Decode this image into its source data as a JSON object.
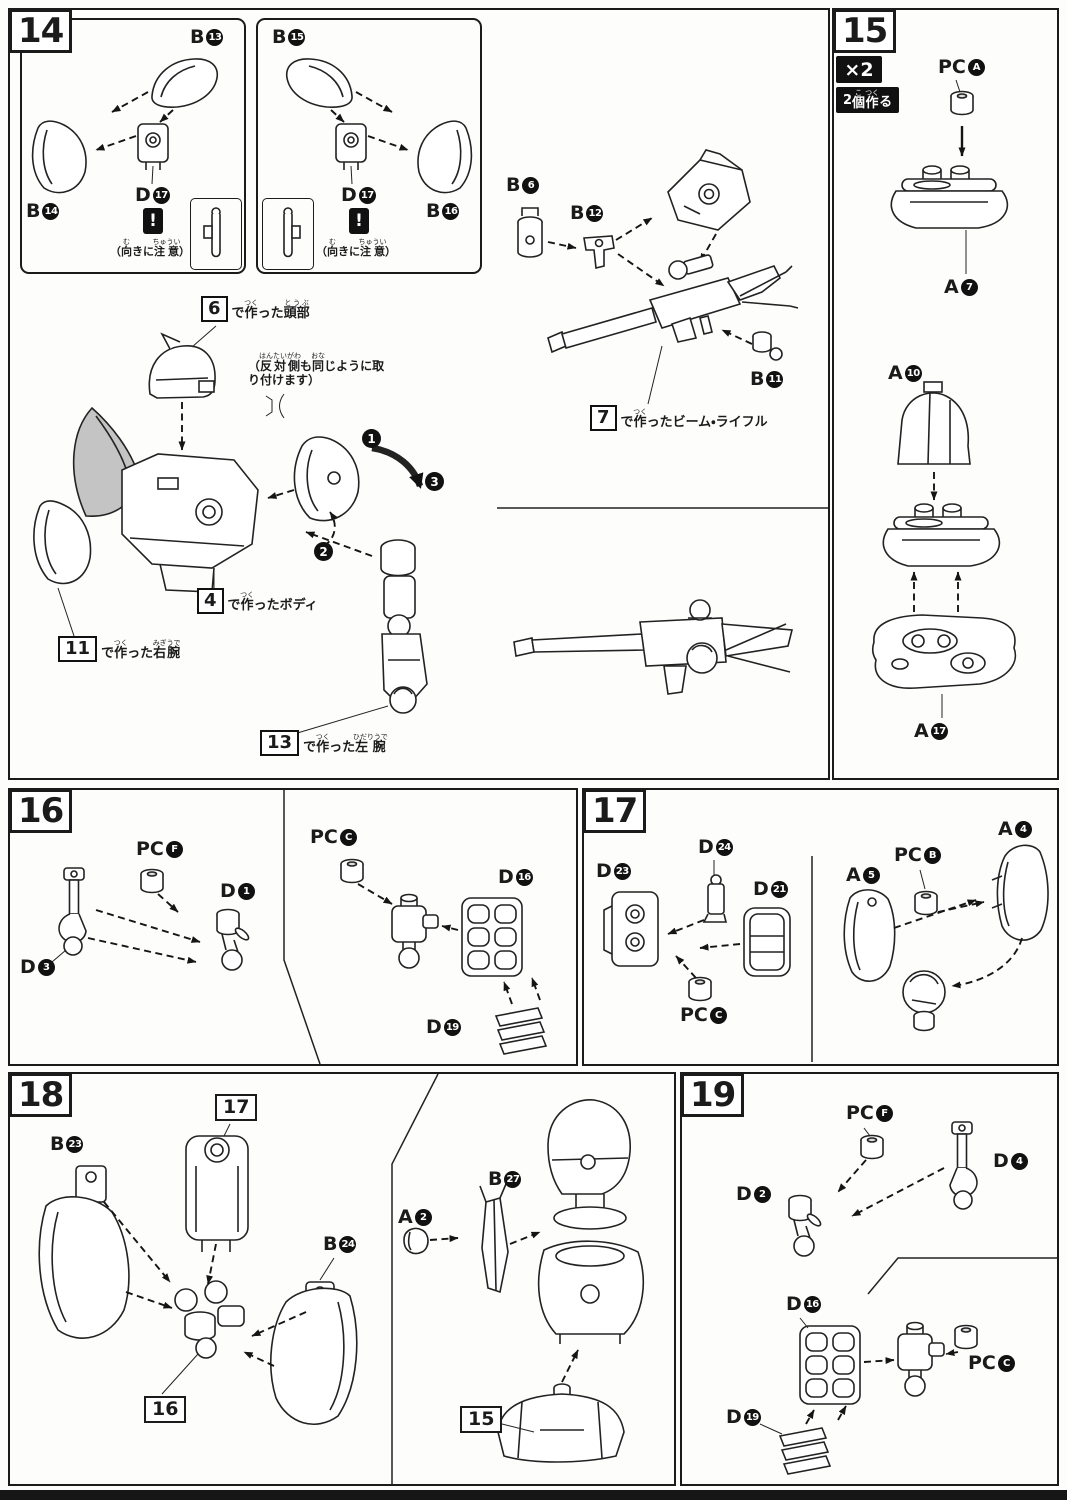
{
  "colors": {
    "ink": "#1b1b1b",
    "paper": "#ffffff",
    "shade": "#c4c4c4"
  },
  "steps": {
    "s14": {
      "number": "14",
      "sub_left": {
        "part_top": {
          "letter": "B",
          "num": "13"
        },
        "part_side": {
          "letter": "B",
          "num": "14"
        },
        "part_pin": {
          "letter": "D",
          "num": "17"
        },
        "warning_mark": "!",
        "caution": [
          {
            "t": "（"
          },
          {
            "t": "向",
            "r": "む"
          },
          {
            "t": "きに"
          },
          {
            "t": "注意",
            "r": "ちゅうい"
          },
          {
            "t": "）"
          }
        ]
      },
      "sub_right": {
        "part_top": {
          "letter": "B",
          "num": "15"
        },
        "part_side": {
          "letter": "B",
          "num": "16"
        },
        "part_pin": {
          "letter": "D",
          "num": "17"
        },
        "warning_mark": "!",
        "caution": [
          {
            "t": "（"
          },
          {
            "t": "向",
            "r": "む"
          },
          {
            "t": "きに"
          },
          {
            "t": "注意",
            "r": "ちゅうい"
          },
          {
            "t": "）"
          }
        ]
      },
      "notes": {
        "head": {
          "ref": "6",
          "text": [
            {
              "t": "で"
            },
            {
              "t": "作",
              "r": "つく"
            },
            {
              "t": "った"
            },
            {
              "t": "頭部",
              "r": "とうぶ"
            }
          ]
        },
        "opposite": [
          {
            "t": "（"
          },
          {
            "t": "反対側",
            "r": "はんたいがわ"
          },
          {
            "t": "も"
          },
          {
            "t": "同",
            "r": "おな"
          },
          {
            "t": "じように"
          },
          {
            "t": "取り付けます）"
          }
        ],
        "body": {
          "ref": "4",
          "text": [
            {
              "t": "で"
            },
            {
              "t": "作",
              "r": "つく"
            },
            {
              "t": "ったボディ"
            }
          ]
        },
        "right_arm": {
          "ref": "11",
          "text": [
            {
              "t": "で"
            },
            {
              "t": "作",
              "r": "つく"
            },
            {
              "t": "った"
            },
            {
              "t": "右腕",
              "r": "みぎうで"
            }
          ]
        },
        "left_arm": {
          "ref": "13",
          "text": [
            {
              "t": "で"
            },
            {
              "t": "作",
              "r": "つく"
            },
            {
              "t": "った"
            },
            {
              "t": "左腕",
              "r": "ひだりうで"
            }
          ]
        },
        "rifle": {
          "ref": "7",
          "text": [
            {
              "t": "で"
            },
            {
              "t": "作",
              "r": "つく"
            },
            {
              "t": "ったビーム・ライフル"
            }
          ]
        }
      },
      "parts": {
        "b6": {
          "letter": "B",
          "num": "6"
        },
        "b12": {
          "letter": "B",
          "num": "12"
        },
        "b11": {
          "letter": "B",
          "num": "11"
        }
      },
      "order": {
        "o1": "1",
        "o2": "2",
        "o3": "3"
      }
    },
    "s15": {
      "number": "15",
      "multiplier": "×2",
      "make_note": [
        {
          "t": "2"
        },
        {
          "t": "個",
          "r": "こ"
        },
        {
          "t": "作",
          "r": "つく"
        },
        {
          "t": "る"
        }
      ],
      "parts": {
        "pc_a": {
          "prefix": "PC",
          "circle": "A"
        },
        "a7": {
          "letter": "A",
          "num": "7"
        },
        "a10": {
          "letter": "A",
          "num": "10"
        },
        "a17": {
          "letter": "A",
          "num": "17"
        }
      }
    },
    "s16": {
      "number": "16",
      "parts": {
        "pc_f": {
          "prefix": "PC",
          "circle": "F"
        },
        "d1": {
          "letter": "D",
          "num": "1"
        },
        "d3": {
          "letter": "D",
          "num": "3"
        },
        "pc_c": {
          "prefix": "PC",
          "circle": "C"
        },
        "d16": {
          "letter": "D",
          "num": "16"
        },
        "d19": {
          "letter": "D",
          "num": "19"
        }
      }
    },
    "s17": {
      "number": "17",
      "parts": {
        "d23": {
          "letter": "D",
          "num": "23"
        },
        "d24": {
          "letter": "D",
          "num": "24"
        },
        "d21": {
          "letter": "D",
          "num": "21"
        },
        "pc_c": {
          "prefix": "PC",
          "circle": "C"
        },
        "a5": {
          "letter": "A",
          "num": "5"
        },
        "pc_b": {
          "prefix": "PC",
          "circle": "B"
        },
        "a4": {
          "letter": "A",
          "num": "4"
        }
      }
    },
    "s18": {
      "number": "18",
      "refs": {
        "r17": "17",
        "r16": "16",
        "r15": "15"
      },
      "parts": {
        "b23": {
          "letter": "B",
          "num": "23"
        },
        "b24": {
          "letter": "B",
          "num": "24"
        },
        "a2": {
          "letter": "A",
          "num": "2"
        },
        "b27": {
          "letter": "B",
          "num": "27"
        }
      }
    },
    "s19": {
      "number": "19",
      "parts": {
        "pc_f": {
          "prefix": "PC",
          "circle": "F"
        },
        "d4": {
          "letter": "D",
          "num": "4"
        },
        "d2": {
          "letter": "D",
          "num": "2"
        },
        "d16": {
          "letter": "D",
          "num": "16"
        },
        "pc_c": {
          "prefix": "PC",
          "circle": "C"
        },
        "d19": {
          "letter": "D",
          "num": "19"
        }
      }
    }
  }
}
